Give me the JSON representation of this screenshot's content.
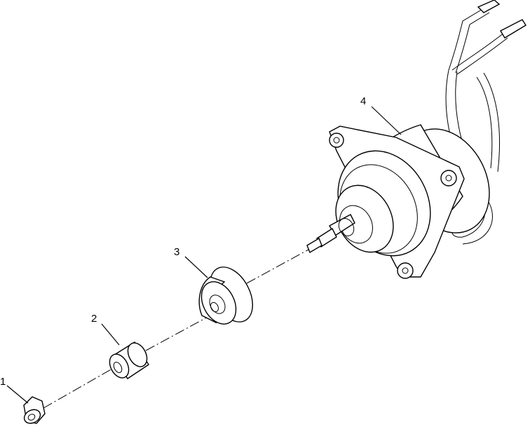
{
  "diagram": {
    "callouts": [
      {
        "id": "1",
        "label": "1"
      },
      {
        "id": "2",
        "label": "2"
      },
      {
        "id": "3",
        "label": "3"
      },
      {
        "id": "4",
        "label": "4"
      }
    ],
    "parts": [
      "nut",
      "spacer",
      "grommet",
      "motor"
    ],
    "line_color": "#000000",
    "background": "#ffffff"
  }
}
